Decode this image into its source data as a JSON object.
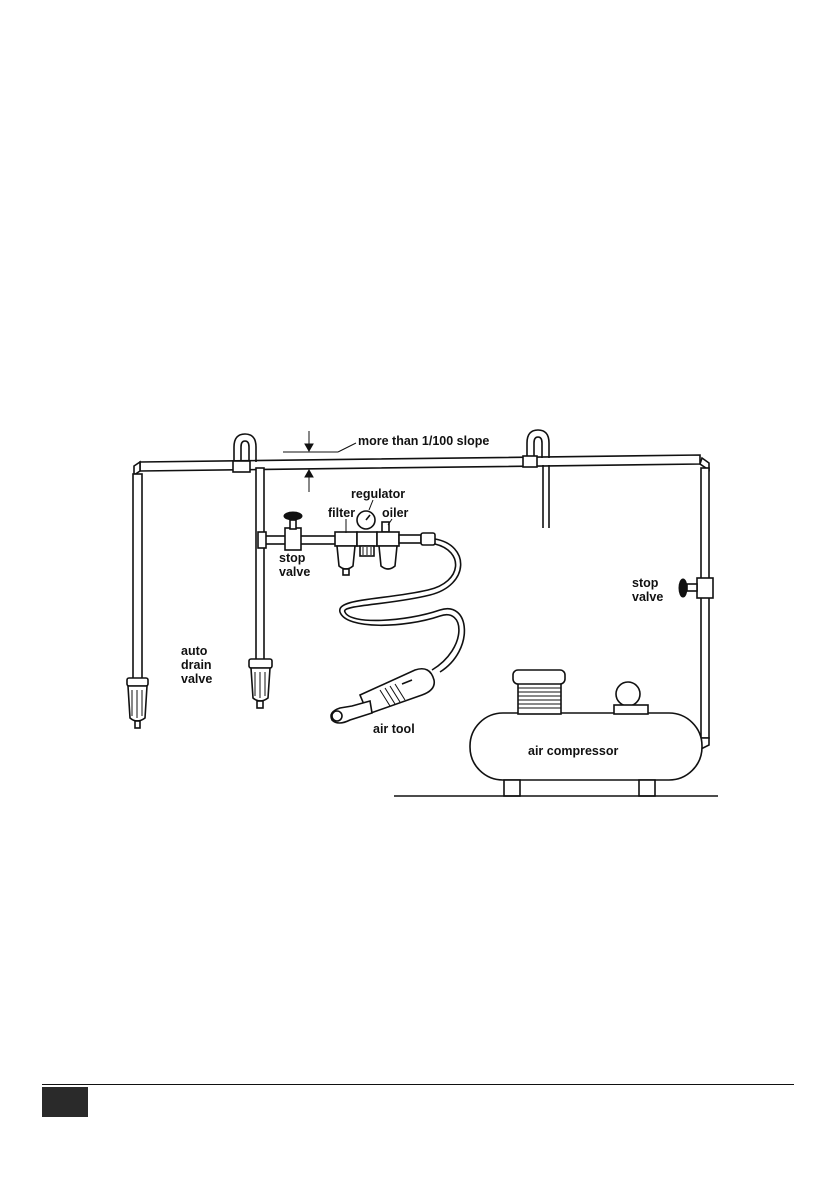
{
  "labels": {
    "slope": "more than 1/100 slope",
    "regulator": "regulator",
    "filter": "filter",
    "oiler": "oiler",
    "stop_valve_left_1": "stop",
    "stop_valve_left_2": "valve",
    "stop_valve_right_1": "stop",
    "stop_valve_right_2": "valve",
    "auto_drain_1": "auto",
    "auto_drain_2": "drain",
    "auto_drain_3": "valve",
    "air_tool": "air tool",
    "air_compressor": "air compressor"
  }
}
